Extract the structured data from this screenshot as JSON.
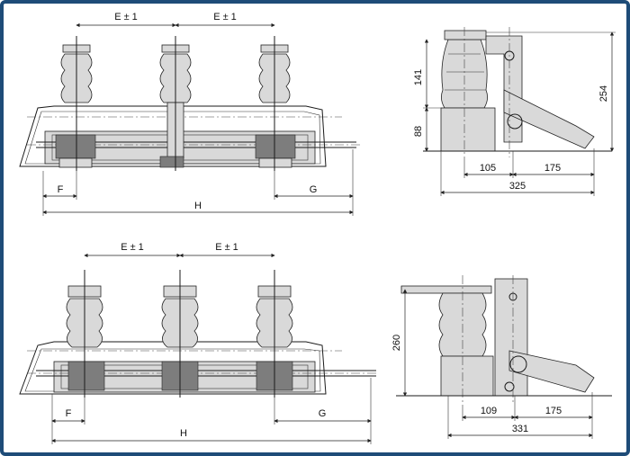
{
  "front_top": {
    "dim_e_left": "E ± 1",
    "dim_e_right": "E ± 1",
    "dim_f": "F",
    "dim_g": "G",
    "dim_h": "H"
  },
  "side_top": {
    "dim_141": "141",
    "dim_88": "88",
    "dim_254": "254",
    "dim_105": "105",
    "dim_175": "175",
    "dim_325": "325"
  },
  "front_bottom": {
    "dim_e_left": "E ± 1",
    "dim_e_right": "E ± 1",
    "dim_f": "F",
    "dim_g": "G",
    "dim_h": "H"
  },
  "side_bottom": {
    "dim_260": "260",
    "dim_109": "109",
    "dim_175": "175",
    "dim_331": "331"
  },
  "colors": {
    "frame_border": "#1e4c78",
    "drawing_fill": "#d9d9d9",
    "line": "#1a1a1a"
  }
}
